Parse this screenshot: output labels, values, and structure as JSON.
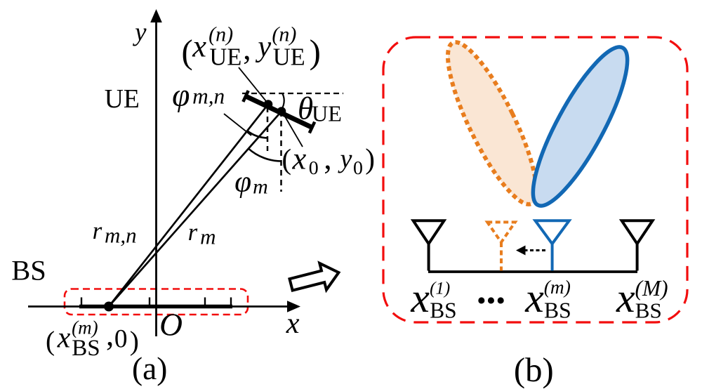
{
  "figure_title": "BS-UE geometry and beam steering diagram",
  "colors": {
    "black": "#000000",
    "red": "#F20D0D",
    "orange": "#E87D1E",
    "orange_fill": "#FAE6D4",
    "blue": "#1268B4",
    "blue_fill": "#C8DBF0",
    "white": "#FFFFFF"
  },
  "panel_a": {
    "axis": {
      "y": "y",
      "x": "x",
      "origin": "O"
    },
    "ue_label": "UE",
    "bs_label": "BS",
    "caption": "(a)",
    "r_mn": {
      "base": "r",
      "sub": "m,n"
    },
    "r_m": {
      "base": "r",
      "sub": "m"
    },
    "phi_mn": {
      "base": "φ",
      "sub": "m,n"
    },
    "phi_m": {
      "base": "φ",
      "sub": "m"
    },
    "theta": {
      "base": "θ",
      "sub": "UE"
    },
    "ue_point": {
      "open": "(",
      "x": "x",
      "x_sup": "(n)",
      "x_sub": "UE",
      "comma": ",",
      "y": "y",
      "y_sup": "(n)",
      "y_sub": "UE",
      "close": ")"
    },
    "center_point": {
      "open": "(",
      "x": "x",
      "x_sub": "0",
      "comma": ",",
      "y": "y",
      "y_sub": "0",
      "close": ")"
    },
    "bs_point": {
      "open": "(",
      "x": "x",
      "sup": "(m)",
      "sub": "BS",
      "comma": ",",
      "zero": "0",
      "close": ")"
    }
  },
  "panel_b": {
    "antennas": [
      {
        "base": "x",
        "sup": "(1)",
        "sub": "BS"
      },
      {
        "base": "x",
        "sup": "(m)",
        "sub": "BS"
      },
      {
        "base": "x",
        "sup": "(M)",
        "sub": "BS"
      }
    ],
    "dots": "···",
    "caption": "(b)"
  }
}
